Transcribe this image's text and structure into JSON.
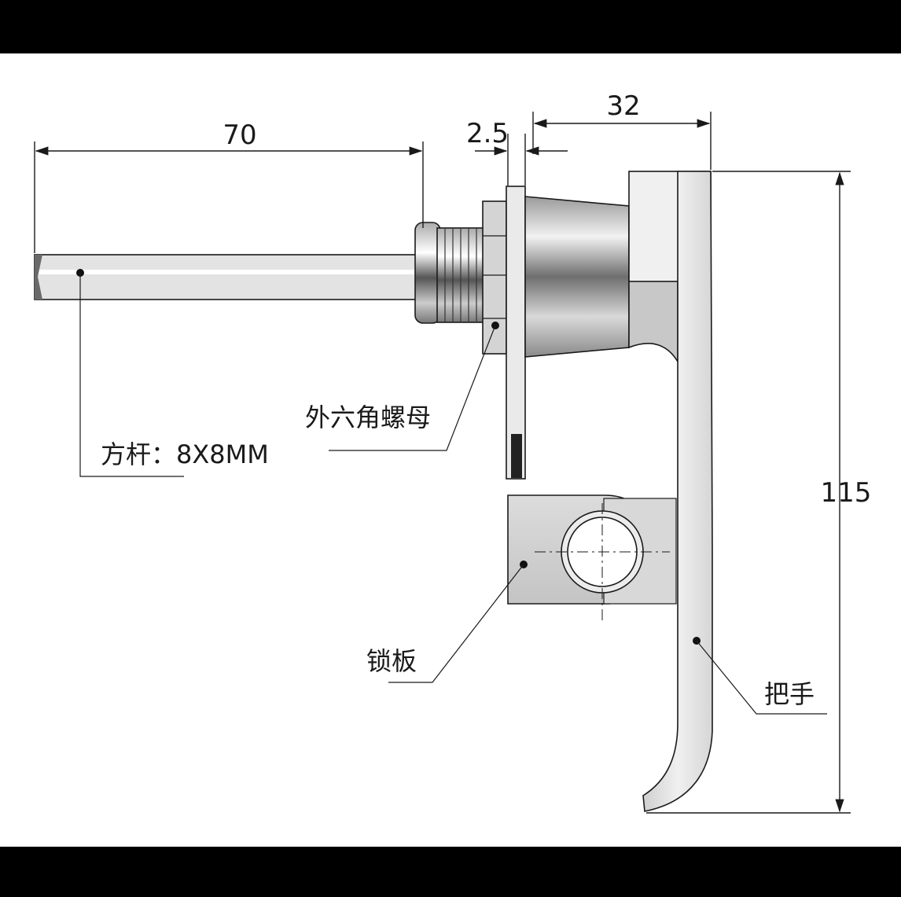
{
  "drawing": {
    "background_color": "#ffffff",
    "frame_color": "#000000",
    "line_color": "#1a1a1a",
    "part_fill": "#e6e6e6",
    "dimensions": {
      "shaft_length": "70",
      "plate_thickness": "2.5",
      "body_depth": "32",
      "height": "115"
    },
    "labels": {
      "hex_nut": "外六角螺母",
      "square_shaft": "方杆：8X8MM",
      "lock_plate": "锁板",
      "handle": "把手"
    }
  }
}
